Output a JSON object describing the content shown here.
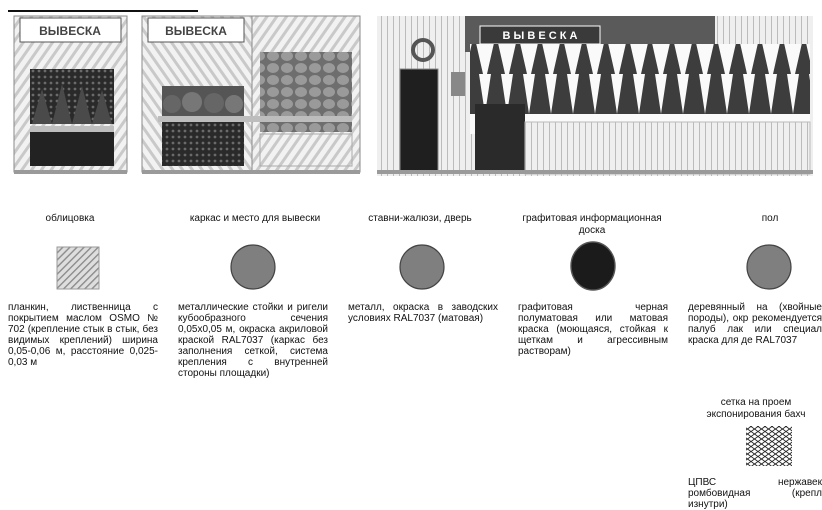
{
  "sign_text": "ВЫВЕСКА",
  "sign_text_spaced": "В Ы В Е С К А",
  "columns": [
    {
      "title": "облицовка",
      "swatch": "hatched",
      "desc": "планкин, лиственница с покрытием маслом OSMO № 702 (крепление стык в стык, без видимых креплений) ширина 0,05-0,06 м, расстояние 0,025-0,03 м"
    },
    {
      "title": "каркас и место для вывески",
      "swatch": "gray",
      "desc": "металлические стойки и ригели кубообразного сечения 0,05х0,05 м, окраска акриловой краской RAL7037 (каркас без заполнения сеткой, система крепления с внутренней стороны площадки)"
    },
    {
      "title": "ставни-жалюзи, дверь",
      "swatch": "gray",
      "desc": "металл, окраска в заводских условиях RAL7037 (матовая)"
    },
    {
      "title": "графитовая информационная доска",
      "swatch": "black",
      "desc": "графитовая черная полуматовая или матовая краска (моющаяся, стойкая к щеткам и агрессивным растворам)"
    },
    {
      "title": "пол",
      "swatch": "gray",
      "desc": "деревянный на (хвойные породы), окр рекомендуется палуб лак или специал краска для де RAL7037"
    }
  ],
  "extra": {
    "title": "сетка на проем экспонирования бахч",
    "desc": "ЦПВС нержавек ромбовидная (крепл изнутри)"
  },
  "colors": {
    "swatch_gray": "#7f7f7f",
    "swatch_black": "#1b1b1b",
    "ink": "#111111"
  }
}
